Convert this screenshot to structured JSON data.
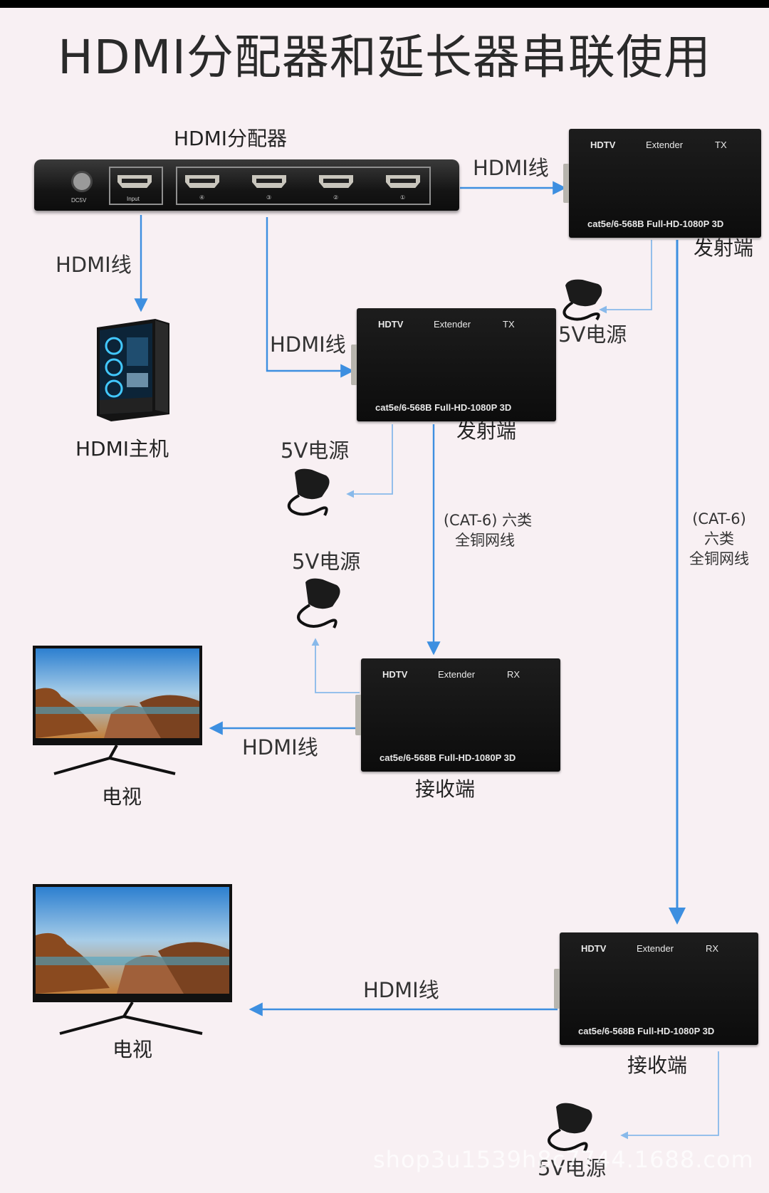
{
  "title": "HDMI分配器和延长器串联使用",
  "splitter": {
    "label": "HDMI分配器",
    "dc_label": "DC5V",
    "input_label": "Input",
    "port_numbers": [
      "④",
      "③",
      "②",
      "①"
    ]
  },
  "extender": {
    "brand": "HDTV",
    "model": "Extender",
    "tx": "TX",
    "rx": "RX",
    "spec": "cat5e/6-568B Full-HD-1080P  3D"
  },
  "labels": {
    "hdmi_cable": "HDMI线",
    "transmitter": "发射端",
    "receiver": "接收端",
    "power_5v": "5V电源",
    "hdmi_host": "HDMI主机",
    "tv": "电视",
    "cat6_inline": "(CAT-6) 六类",
    "copper_cable": "全铜网线",
    "cat6": "(CAT-6)",
    "category6": "六类"
  },
  "watermark": "shop3u1539h8c7744.1688.com",
  "colors": {
    "arrow": "#3d8fe0",
    "background": "#f8f0f3",
    "device": "#111111"
  }
}
